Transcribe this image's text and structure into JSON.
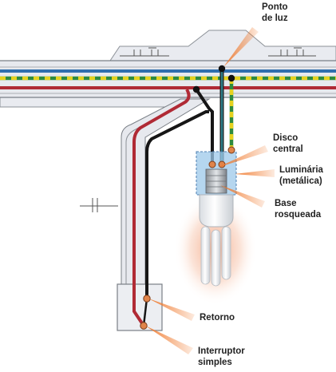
{
  "labels": {
    "ponto_de_luz": [
      "Ponto",
      "de luz"
    ],
    "disco_central": [
      "Disco",
      "central"
    ],
    "luminaria": [
      "Luminária",
      "(metálica)"
    ],
    "base_rosqueada": [
      "Base",
      "rosqueada"
    ],
    "retorno": [
      "Retorno"
    ],
    "interruptor": [
      "Interruptor",
      "simples"
    ]
  },
  "colors": {
    "conduit_fill": "#e7e9ee",
    "conduit_line": "#7a7f86",
    "wire_red": "#b02a35",
    "wire_black": "#161616",
    "wire_blue": "#2f6fae",
    "wire_green": "#2e8b3e",
    "wire_yellow": "#e6d21e",
    "wire_teal": "#2f7f8a",
    "terminal": "#e0844a",
    "socket_box": "#9cc8ea",
    "lamp_glow": "#f08a5a",
    "pointer": "#f07a2e"
  }
}
